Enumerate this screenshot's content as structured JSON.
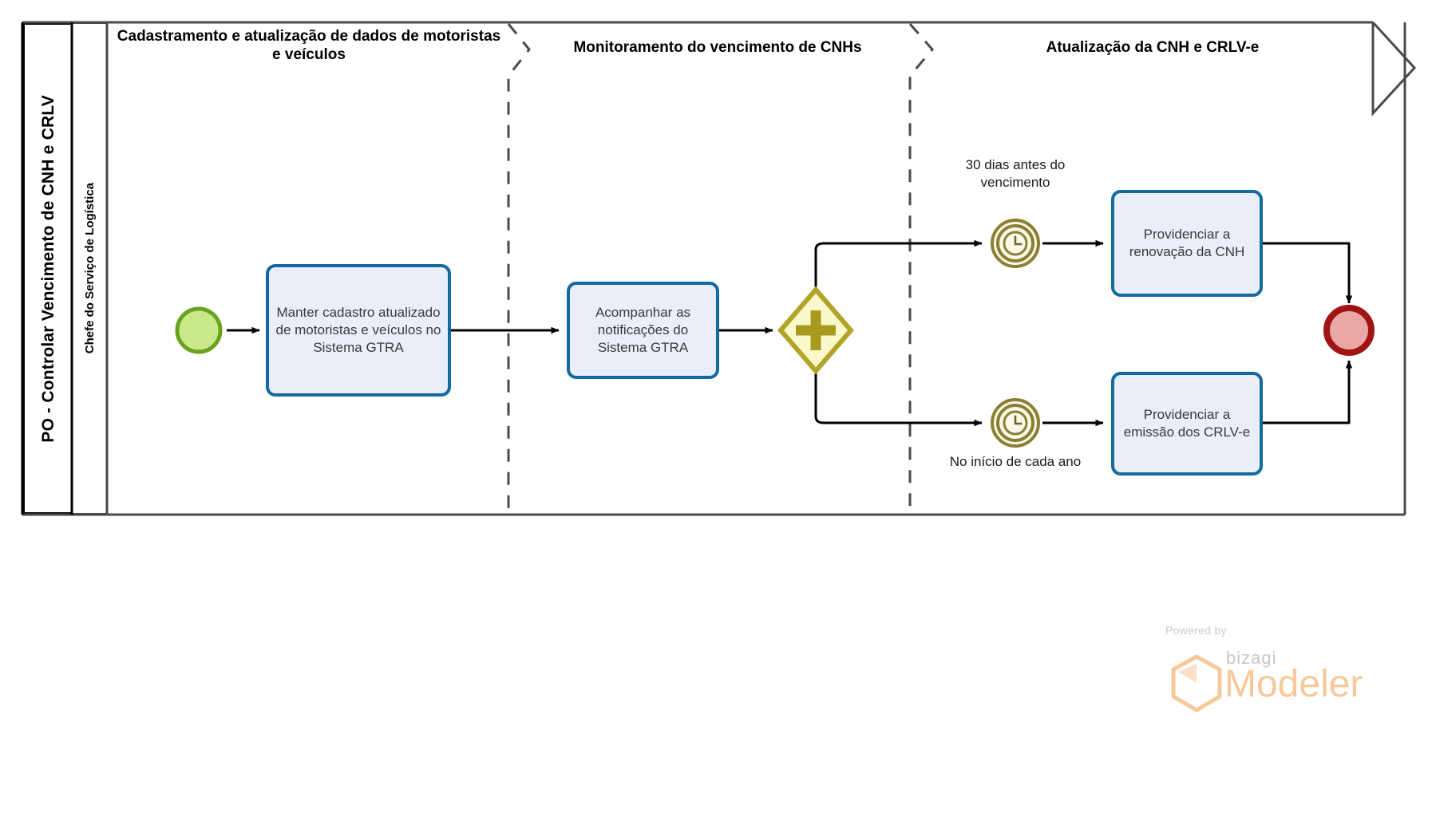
{
  "pool": {
    "label": "PO - Controlar Vencimento de CNH e CRLV"
  },
  "lane": {
    "label": "Chefe do Serviço de Logística"
  },
  "phases": [
    {
      "label": "Cadastramento e atualização de dados de motoristas e veículos"
    },
    {
      "label": "Monitoramento do vencimento de CNHs"
    },
    {
      "label": "Atualização da CNH e CRLV-e"
    }
  ],
  "nodes": {
    "start_event": {
      "name": "start-event",
      "type": "start",
      "label": ""
    },
    "task_1": {
      "label": "Manter cadastro atualizado de motoristas e veículos no Sistema GTRA"
    },
    "task_2": {
      "label": "Acompanhar as notificações do Sistema GTRA"
    },
    "gateway_parallel": {
      "type": "parallel",
      "symbol": "+"
    },
    "timer_top": {
      "label": "30 dias antes do vencimento",
      "symbol": "L"
    },
    "timer_bottom": {
      "label": "No início de cada ano",
      "symbol": "L"
    },
    "task_3": {
      "label": "Providenciar a renovação da CNH"
    },
    "task_4": {
      "label": "Providenciar a emissão dos CRLV-e"
    },
    "end_event": {
      "name": "end-event",
      "type": "end",
      "label": ""
    }
  },
  "branding": {
    "powered_by": "Powered by",
    "bizagi": "bizagi",
    "modeler": "Modeler"
  },
  "colors": {
    "task_fill": "#eaeefb",
    "task_border": "#136a9f",
    "start_fill": "#c8e88a",
    "start_border": "#6aa21e",
    "end_fill": "#eba6a6",
    "end_border": "#a01414",
    "gateway_fill": "#fbf8cc",
    "gateway_border": "#b2a428",
    "timer_fill": "#fbf8e8",
    "timer_border": "#8a7f33",
    "pool_border": "#000000",
    "lane_border": "#4a4a4a",
    "brand_orange": "#f7c89a"
  }
}
